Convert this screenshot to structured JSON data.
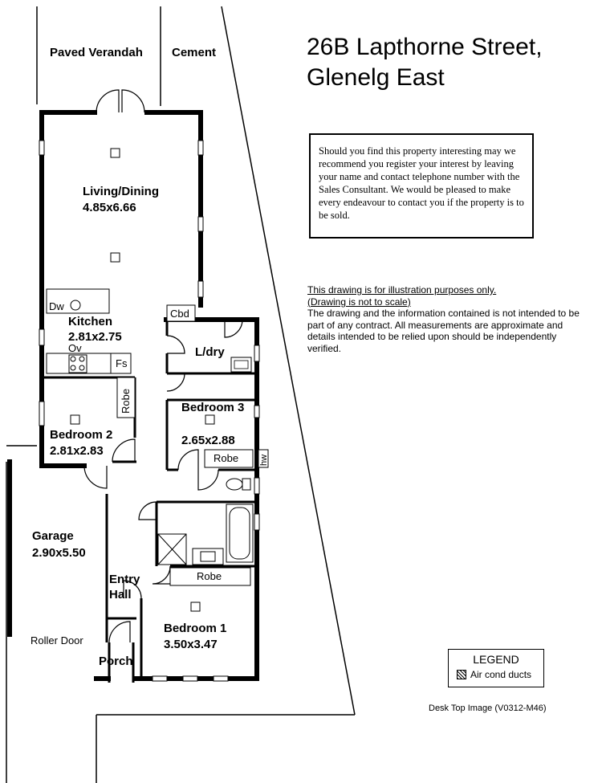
{
  "header": {
    "address_line1": "26B  Lapthorne Street,",
    "address_line2": "Glenelg East"
  },
  "notice": {
    "text": "Should you find this property interesting may we recommend you register your interest by leaving your name and contact telephone number with the Sales Consultant. We would be pleased to make every endeavour to contact you if the property is to be sold."
  },
  "disclaimer": {
    "line1": "This drawing is for illustration purposes only.",
    "line2": "(Drawing is not to scale)",
    "body": "The drawing and the information contained is not intended to be part of any contract.  All measurements are approximate and details intended to be relied upon should be independently verified."
  },
  "legend": {
    "title": "LEGEND",
    "item": "Air cond ducts"
  },
  "footer": {
    "code": "Desk Top Image  (V0312-M46)"
  },
  "rooms": {
    "paved_verandah": "Paved Verandah",
    "cement": "Cement",
    "living_name": "Living/Dining",
    "living_size": "4.85x6.66",
    "kitchen_name": "Kitchen",
    "kitchen_size": "2.81x2.75",
    "bed2_name": "Bedroom 2",
    "bed2_size": "2.81x2.83",
    "bed3_name": "Bedroom 3",
    "bed3_size": "2.65x2.88",
    "laundry": "L/dry",
    "garage_name": "Garage",
    "garage_size": "2.90x5.50",
    "entry_line1": "Entry",
    "entry_line2": "Hall",
    "bed1_name": "Bedroom 1",
    "bed1_size": "3.50x3.47",
    "porch": "Porch",
    "roller_door": "Roller Door"
  },
  "fixtures": {
    "dw": "Dw",
    "ov": "Ov",
    "fs": "Fs",
    "cbd": "Cbd",
    "robe": "Robe",
    "hw": "hw"
  }
}
